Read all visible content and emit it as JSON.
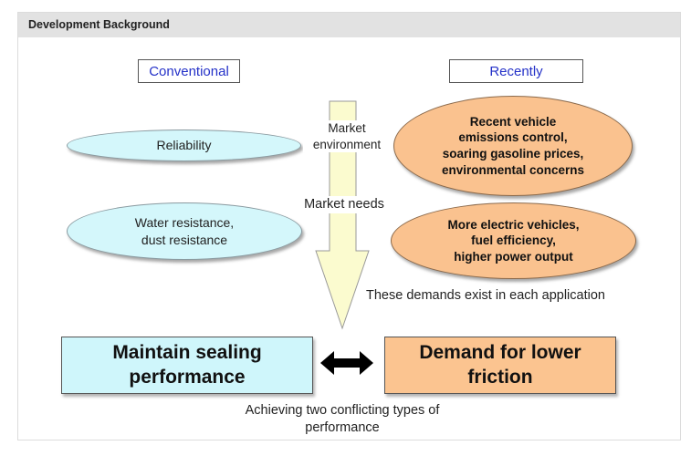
{
  "header": {
    "title": "Development Background"
  },
  "labels": {
    "conventional": "Conventional",
    "recently": "Recently"
  },
  "conventional_items": [
    {
      "text": "Reliability"
    },
    {
      "text": "Water resistance,\ndust resistance"
    }
  ],
  "recent_items": [
    {
      "text": "Recent vehicle\nemissions control,\nsoaring gasoline prices,\nenvironmental concerns"
    },
    {
      "text": "More electric vehicles,\nfuel efficiency,\nhigher power output"
    }
  ],
  "arrow": {
    "market_environment": "Market\nenvironment",
    "market_needs": "Market needs"
  },
  "demands_note": "These demands exist in each application",
  "boxes": {
    "left": "Maintain sealing\nperformance",
    "right": "Demand for lower\nfriction"
  },
  "caption": "Achieving two conflicting types of\nperformance",
  "colors": {
    "cyan_fill": "#d4f7fb",
    "orange_fill": "#fac28f",
    "box_cyan": "#cff6fb",
    "box_orange": "#fbc490",
    "arrow_fill": "#fbfbcf",
    "label_text": "#2431c8"
  }
}
